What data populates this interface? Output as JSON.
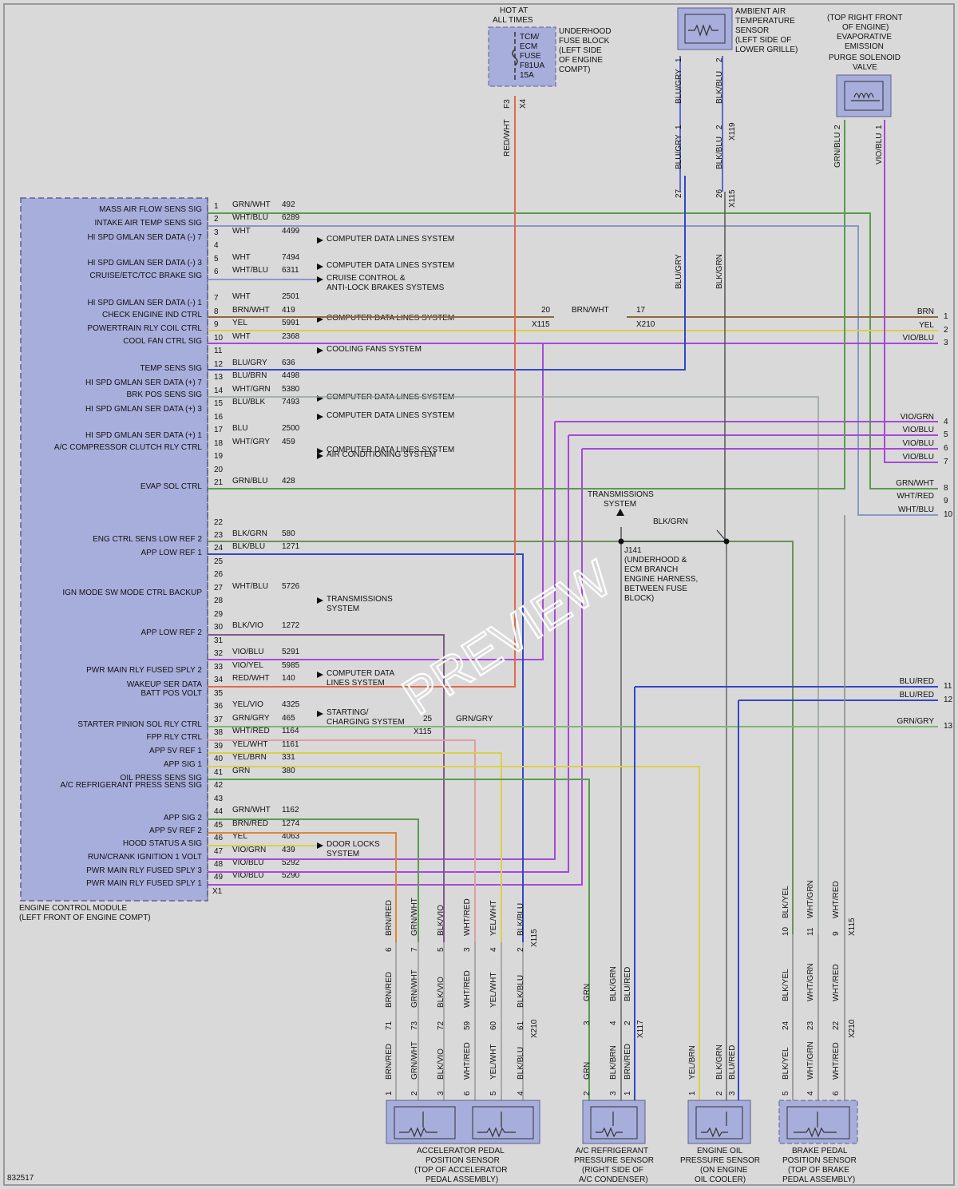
{
  "diagram_id": "832517",
  "watermark": "PREVIEW",
  "ecm": {
    "title_line1": "ENGINE CONTROL MODULE",
    "title_line2": "(LEFT FRONT OF ENGINE COMPT)",
    "connector": "X1",
    "pins": [
      {
        "pin": "1",
        "label": "MASS AIR FLOW SENS SIG",
        "color": "GRN/WHT",
        "circuit": "492"
      },
      {
        "pin": "2",
        "label": "INTAKE AIR TEMP SENS SIG",
        "color": "WHT/BLU",
        "circuit": "6289"
      },
      {
        "pin": "3",
        "label": "HI SPD GMLAN SER DATA (-) 7",
        "color": "WHT",
        "circuit": "4499",
        "dest": "COMPUTER DATA LINES SYSTEM"
      },
      {
        "pin": "4",
        "label": "",
        "color": "",
        "circuit": ""
      },
      {
        "pin": "5",
        "label": "HI SPD GMLAN SER DATA (-) 3",
        "color": "WHT",
        "circuit": "7494",
        "dest": "COMPUTER DATA LINES SYSTEM"
      },
      {
        "pin": "6",
        "label": "CRUISE/ETC/TCC BRAKE SIG",
        "color": "WHT/BLU",
        "circuit": "6311",
        "dest": "CRUISE CONTROL &",
        "dest2": "ANTI-LOCK BRAKES SYSTEMS"
      },
      {
        "pin": "7",
        "label": "",
        "color": "WHT",
        "circuit": "2501"
      },
      {
        "pin": "8",
        "label": "HI SPD GMLAN SER DATA (-) 1",
        "color": "BRN/WHT",
        "circuit": "419",
        "dest": "COMPUTER DATA LINES SYSTEM"
      },
      {
        "pin": "9",
        "label": "CHECK ENGINE IND CTRL",
        "color": "YEL",
        "circuit": "5991"
      },
      {
        "pin": "10",
        "label": "POWERTRAIN RLY COIL CTRL",
        "color": "WHT",
        "circuit": "2368"
      },
      {
        "pin": "11",
        "label": "COOL FAN CTRL SIG",
        "color": "",
        "circuit": "",
        "dest": "COOLING FANS SYSTEM"
      },
      {
        "pin": "12",
        "label": "",
        "color": "BLU/GRY",
        "circuit": "636"
      },
      {
        "pin": "13",
        "label": "TEMP SENS SIG",
        "color": "BLU/BRN",
        "circuit": "4498"
      },
      {
        "pin": "14",
        "label": "HI SPD GMLAN SER DATA (+) 7",
        "color": "WHT/GRN",
        "circuit": "5380",
        "dest": "COMPUTER DATA LINES SYSTEM"
      },
      {
        "pin": "15",
        "label": "BRK POS SENS SIG",
        "color": "BLU/BLK",
        "circuit": "7493"
      },
      {
        "pin": "16",
        "label": "HI SPD GMLAN SER DATA (+) 3",
        "color": "",
        "circuit": "",
        "dest": "COMPUTER DATA LINES SYSTEM"
      },
      {
        "pin": "17",
        "label": "",
        "color": "BLU",
        "circuit": "2500"
      },
      {
        "pin": "18",
        "label": "HI SPD GMLAN SER DATA (+) 1",
        "color": "WHT/GRY",
        "circuit": "459",
        "dest": "COMPUTER DATA LINES SYSTEM"
      },
      {
        "pin": "19",
        "label": "A/C COMPRESSOR CLUTCH RLY CTRL",
        "color": "",
        "circuit": "",
        "dest": "AIR CONDITIONING SYSTEM"
      },
      {
        "pin": "20",
        "label": "",
        "color": "",
        "circuit": ""
      },
      {
        "pin": "21",
        "label": "",
        "color": "GRN/BLU",
        "circuit": "428"
      },
      {
        "pin": "",
        "label": "EVAP SOL CTRL",
        "color": "",
        "circuit": ""
      },
      {
        "pin": "22",
        "label": "",
        "color": "",
        "circuit": ""
      },
      {
        "pin": "23",
        "label": "",
        "color": "BLK/GRN",
        "circuit": "580"
      },
      {
        "pin": "24",
        "label": "ENG CTRL SENS LOW REF 2",
        "color": "BLK/BLU",
        "circuit": "1271"
      },
      {
        "pin": "25",
        "label": "APP LOW REF 1",
        "color": "",
        "circuit": ""
      },
      {
        "pin": "26",
        "label": "",
        "color": "",
        "circuit": ""
      },
      {
        "pin": "27",
        "label": "",
        "color": "WHT/BLU",
        "circuit": "5726"
      },
      {
        "pin": "28",
        "label": "IGN MODE SW MODE CTRL BACKUP",
        "color": "",
        "circuit": "",
        "dest": "TRANSMISSIONS",
        "dest2": "SYSTEM"
      },
      {
        "pin": "29",
        "label": "",
        "color": "",
        "circuit": ""
      },
      {
        "pin": "30",
        "label": "",
        "color": "BLK/VIO",
        "circuit": "1272"
      },
      {
        "pin": "31",
        "label": "APP LOW REF 2",
        "color": "",
        "circuit": ""
      },
      {
        "pin": "32",
        "label": "",
        "color": "VIO/BLU",
        "circuit": "5291"
      },
      {
        "pin": "33",
        "label": "PWR MAIN RLY FUSED SPLY 2",
        "color": "VIO/YEL",
        "circuit": "5985",
        "dest": "COMPUTER DATA",
        "dest2": "LINES SYSTEM"
      },
      {
        "pin": "34",
        "label": "WAKEUP SER DATA",
        "color": "RED/WHT",
        "circuit": "140"
      },
      {
        "pin": "35",
        "label": "BATT POS VOLT",
        "color": "",
        "circuit": ""
      },
      {
        "pin": "36",
        "label": "",
        "color": "YEL/VIO",
        "circuit": "4325",
        "dest": "STARTING/",
        "dest2": "CHARGING SYSTEM"
      },
      {
        "pin": "37",
        "label": "STARTER PINION SOL RLY CTRL",
        "color": "GRN/GRY",
        "circuit": "465"
      },
      {
        "pin": "38",
        "label": "FPP RLY CTRL",
        "color": "WHT/RED",
        "circuit": "1164"
      },
      {
        "pin": "39",
        "label": "APP 5V REF 1",
        "color": "YEL/WHT",
        "circuit": "1161"
      },
      {
        "pin": "40",
        "label": "APP SIG 1",
        "color": "YEL/BRN",
        "circuit": "331"
      },
      {
        "pin": "41",
        "label": "OIL PRESS SENS SIG",
        "color": "GRN",
        "circuit": "380"
      },
      {
        "pin": "42",
        "label": "A/C REFRIGERANT PRESS SENS SIG",
        "color": "",
        "circuit": ""
      },
      {
        "pin": "43",
        "label": "",
        "color": "",
        "circuit": ""
      },
      {
        "pin": "44",
        "label": "",
        "color": "GRN/WHT",
        "circuit": "1162"
      },
      {
        "pin": "45",
        "label": "APP SIG 2",
        "color": "BRN/RED",
        "circuit": "1274"
      },
      {
        "pin": "46",
        "label": "APP 5V REF 2",
        "color": "YEL",
        "circuit": "4063",
        "dest": "DOOR LOCKS",
        "dest2": "SYSTEM"
      },
      {
        "pin": "47",
        "label": "HOOD STATUS A SIG",
        "color": "VIO/GRN",
        "circuit": "439"
      },
      {
        "pin": "48",
        "label": "RUN/CRANK IGNITION 1 VOLT",
        "color": "VIO/BLU",
        "circuit": "5292"
      },
      {
        "pin": "49",
        "label": "PWR MAIN RLY FUSED SPLY 3",
        "color": "VIO/BLU",
        "circuit": "5290"
      },
      {
        "pin": "",
        "label": "PWR MAIN RLY FUSED SPLY 1",
        "color": "",
        "circuit": ""
      }
    ]
  },
  "fuse": {
    "hot_line1": "HOT AT",
    "hot_line2": "ALL TIMES",
    "label_lines": [
      "TCM/",
      "ECM",
      "FUSE",
      "F81UA",
      "15A"
    ],
    "block_lines": [
      "UNDERHOOD",
      "FUSE BLOCK",
      "(LEFT SIDE",
      "OF ENGINE",
      "COMPT)"
    ],
    "pin": "F3",
    "connector": "X4",
    "wire": "RED/WHT"
  },
  "ambient": {
    "lines": [
      "AMBIENT AIR",
      "TEMPERATURE",
      "SENSOR",
      "(LEFT SIDE OF",
      "LOWER GRILLE)"
    ],
    "pin1": "1",
    "pin2": "2",
    "wire1": "BLU/GRY",
    "wire2": "BLK/BLU",
    "x119": "X119",
    "x115": "X115",
    "p27": "27",
    "p26": "26",
    "wire3": "BLU/GRY",
    "wire4": "BLK/GRN"
  },
  "evap": {
    "lines": [
      "(TOP RIGHT FRONT",
      "OF ENGINE)",
      "EVAPORATIVE",
      "EMISSION",
      "PURGE SOLENOID",
      "VALVE"
    ],
    "pin2": "2",
    "pin1": "1",
    "wire1": "GRN/BLU",
    "wire2": "VIO/BLU"
  },
  "inline": {
    "p20": "20",
    "x115": "X115",
    "wire": "BRN/WHT",
    "p17": "17",
    "x210": "X210",
    "p25": "25",
    "x115b": "X115",
    "wire2": "GRN/GRY"
  },
  "j141": {
    "lines": [
      "J141",
      "(UNDERHOOD &",
      "ECM BRANCH",
      "ENGINE HARNESS,",
      "BETWEEN FUSE",
      "BLOCK)"
    ],
    "trans_line1": "TRANSMISSIONS",
    "trans_line2": "SYSTEM",
    "wire": "BLK/GRN"
  },
  "right_outputs": [
    {
      "n": "1",
      "label": "BRN"
    },
    {
      "n": "2",
      "label": "YEL"
    },
    {
      "n": "3",
      "label": "VIO/BLU"
    },
    {
      "n": "4",
      "label": "VIO/GRN"
    },
    {
      "n": "5",
      "label": "VIO/BLU"
    },
    {
      "n": "6",
      "label": "VIO/BLU"
    },
    {
      "n": "7",
      "label": "VIO/BLU"
    },
    {
      "n": "8",
      "label": "GRN/WHT"
    },
    {
      "n": "9",
      "label": "WHT/RED"
    },
    {
      "n": "10",
      "label": "WHT/BLU"
    },
    {
      "n": "11",
      "label": "BLU/RED"
    },
    {
      "n": "12",
      "label": "BLU/RED"
    },
    {
      "n": "13",
      "label": "GRN/GRY"
    }
  ],
  "accel": {
    "lines": [
      "ACCELERATOR PEDAL",
      "POSITION SENSOR",
      "(TOP OF ACCELERATOR",
      "PEDAL ASSEMBLY)"
    ],
    "x115": "X115",
    "x210": "X210",
    "wires_top": [
      "BRN/RED",
      "GRN/WHT",
      "BLK/VIO",
      "WHT/RED",
      "YEL/WHT",
      "BLK/BLU"
    ],
    "pins_top": [
      "6",
      "7",
      "5",
      "3",
      "4",
      "2"
    ],
    "pins_mid": [
      "71",
      "73",
      "72",
      "59",
      "60",
      "61"
    ],
    "pins_bot": [
      "1",
      "2",
      "3",
      "6",
      "5",
      "4"
    ]
  },
  "acref": {
    "lines": [
      "A/C REFRIGERANT",
      "PRESSURE SENSOR",
      "(RIGHT SIDE OF",
      "A/C CONDENSER)"
    ],
    "x117": "X117",
    "wires_top": [
      "GRN",
      "BLK/GRN",
      "BLU/RED"
    ],
    "wires_bot": [
      "GRN",
      "BLK/BRN",
      "BRN/RED"
    ],
    "pins_top": [
      "3",
      "4",
      "2"
    ],
    "pins_bot": [
      "2",
      "3",
      "1"
    ]
  },
  "oil": {
    "lines": [
      "ENGINE OIL",
      "PRESSURE SENSOR",
      "(ON ENGINE",
      "OIL COOLER)"
    ],
    "wires": [
      "YEL/BRN",
      "BLK/GRN",
      "BLU/RED"
    ],
    "pins": [
      "1",
      "2",
      "3"
    ]
  },
  "brake": {
    "lines": [
      "BRAKE PEDAL",
      "POSITION SENSOR",
      "(TOP OF BRAKE",
      "PEDAL ASSEMBLY)"
    ],
    "x115": "X115",
    "x210": "X210",
    "wires": [
      "BLK/YEL",
      "WHT/GRN",
      "WHT/RED"
    ],
    "pins_top": [
      "10",
      "11",
      "9"
    ],
    "pins_mid": [
      "24",
      "23",
      "22"
    ],
    "pins_bot": [
      "5",
      "4",
      "6"
    ]
  }
}
